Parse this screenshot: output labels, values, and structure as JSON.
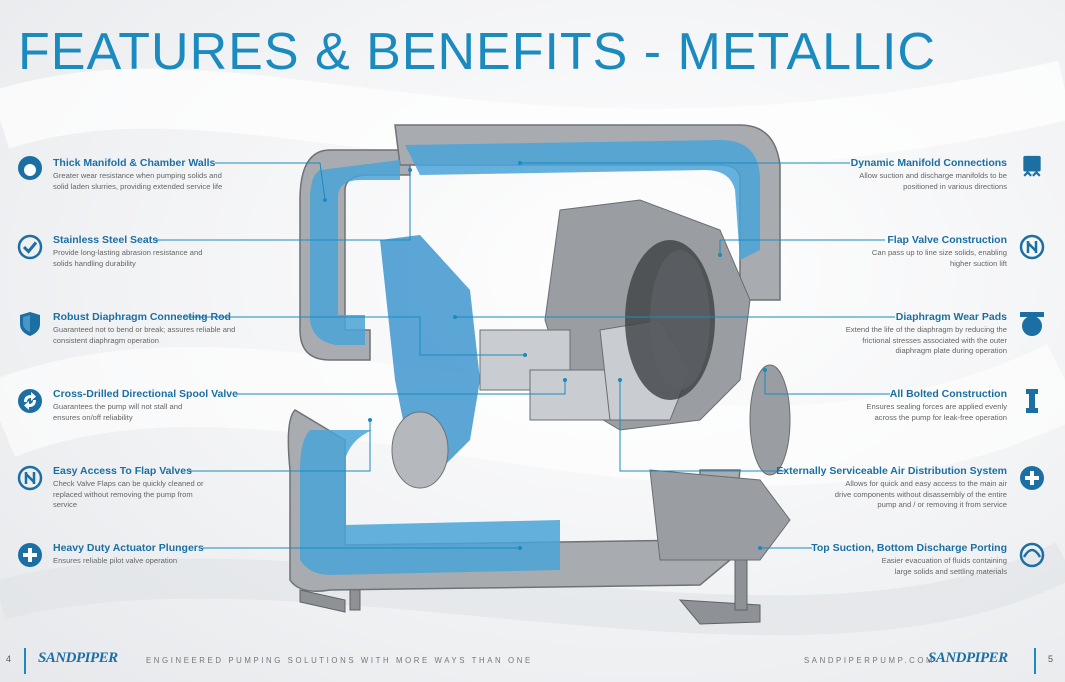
{
  "title": "FEATURES & BENEFITS - METALLIC",
  "colors": {
    "accent": "#1b8bbf",
    "title_blue": "#1b6fa3",
    "fluid_blue": "#4aa3d8"
  },
  "left_features": [
    {
      "title": "Thick Manifold & Chamber Walls",
      "desc": "Greater wear resistance when pumping solids and solid laden slurries, providing extended service life",
      "icon": "manifold-wall-icon"
    },
    {
      "title": "Stainless Steel Seats",
      "desc": "Provide long-lasting abrasion resistance and solids handling durability",
      "icon": "checkmark-icon"
    },
    {
      "title": "Robust Diaphragm Connecting Rod",
      "desc": "Guaranteed not to bend or break; assures reliable and consistent diaphragm operation",
      "icon": "shield-icon"
    },
    {
      "title": "Cross-Drilled Directional Spool Valve",
      "desc": "Guarantees the pump will not stall and ensures on/off reliability",
      "icon": "cycle-arrows-icon"
    },
    {
      "title": "Easy Access To Flap Valves",
      "desc": "Check Valve Flaps can be quickly cleaned or replaced without removing the pump from service",
      "icon": "flap-valve-icon"
    },
    {
      "title": "Heavy Duty Actuator Plungers",
      "desc": "Ensures reliable pilot valve operation",
      "icon": "plus-icon"
    }
  ],
  "right_features": [
    {
      "title": "Dynamic Manifold Connections",
      "desc": "Allow suction and discharge manifolds to be positioned in various directions",
      "icon": "manifold-connection-icon"
    },
    {
      "title": "Flap Valve Construction",
      "desc": "Can pass up to line size solids, enabling higher suction lift",
      "icon": "flap-valve-icon"
    },
    {
      "title": "Diaphragm Wear Pads",
      "desc": "Extend the life of the diaphragm by reducing the frictional stresses associated with the outer diaphragm plate during operation",
      "icon": "wear-pad-icon"
    },
    {
      "title": "All Bolted Construction",
      "desc": "Ensures sealing forces are applied evenly across the pump for leak-free operation",
      "icon": "bolt-icon"
    },
    {
      "title": "Externally Serviceable Air Distribution System",
      "desc": "Allows for quick and easy access to the main air drive components without disassembly of the entire pump and / or removing it from service",
      "icon": "plus-icon"
    },
    {
      "title": "Top Suction, Bottom Discharge Porting",
      "desc": "Easier evacuation of fluids containing large solids and settling materials",
      "icon": "porting-icon"
    }
  ],
  "footer": {
    "left_page": "4",
    "right_page": "5",
    "logo": "SANDPIPER",
    "tagline": "ENGINEERED PUMPING SOLUTIONS WITH MORE WAYS THAN ONE",
    "website": "SANDPIPERPUMP.COM"
  }
}
